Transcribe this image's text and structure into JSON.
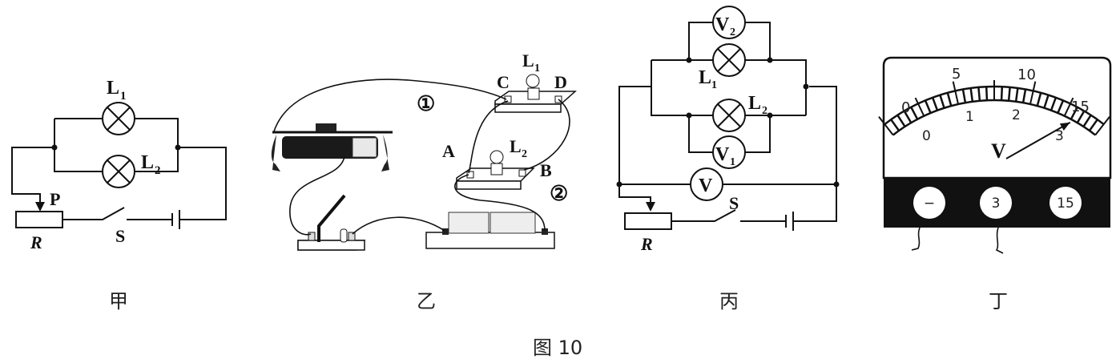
{
  "figure": {
    "caption": "图 10",
    "panels": [
      {
        "id": "jia",
        "label": "甲"
      },
      {
        "id": "yi",
        "label": "乙"
      },
      {
        "id": "bing",
        "label": "丙"
      },
      {
        "id": "ding",
        "label": "丁"
      }
    ]
  },
  "jia": {
    "lamp1": "L",
    "lamp1_sub": "1",
    "lamp2": "L",
    "lamp2_sub": "2",
    "slider": "P",
    "rheostat": "R",
    "switch": "S"
  },
  "yi": {
    "lamp1": "L",
    "lamp1_sub": "1",
    "lamp2": "L",
    "lamp2_sub": "2",
    "terminal_a": "A",
    "terminal_b": "B",
    "terminal_c": "C",
    "terminal_d": "D",
    "wire1": "①",
    "wire2": "②"
  },
  "bing": {
    "voltmeter2": "V",
    "voltmeter2_sub": "2",
    "voltmeter1": "V",
    "voltmeter1_sub": "1",
    "voltmeter": "V",
    "lamp1": "L",
    "lamp1_sub": "1",
    "lamp2": "L",
    "lamp2_sub": "2",
    "rheostat": "R",
    "switch": "S"
  },
  "ding": {
    "unit": "V",
    "upper_scale": [
      "0",
      "5",
      "10",
      "15"
    ],
    "lower_scale": [
      "0",
      "1",
      "2",
      "3"
    ],
    "terminals": [
      "−",
      "3",
      "15"
    ],
    "reading_fraction": 0.87,
    "panel_color": "#111111"
  }
}
